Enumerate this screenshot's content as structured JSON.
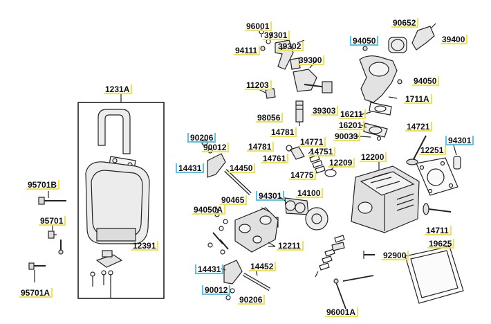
{
  "title": "Cylinder head exploded parts diagram",
  "colors": {
    "line": "#222222",
    "highlight_yellow": "#f2e24b",
    "highlight_blue": "#59c4e8",
    "part_fill": "#e8e8e8"
  },
  "parts": {
    "p96001": "96001",
    "p39301": "39301",
    "p94111": "94111",
    "p39302": "39302",
    "p39300": "39300",
    "p94050_top": "94050",
    "p90652": "90652",
    "p39400": "39400",
    "p94050_right": "94050",
    "p1711A": "1711A",
    "p11203": "11203",
    "p1231A": "1231A",
    "p98056": "98056",
    "p39303": "39303",
    "p16211": "16211",
    "p16201": "16201",
    "p90033": "90033",
    "p14721": "14721",
    "p94301_right": "94301",
    "p90206_top": "90206",
    "p90012_top": "90012",
    "p14781_top": "14781",
    "p14771": "14771",
    "p14781_left": "14781",
    "p14751": "14751",
    "p14761": "14761",
    "p12209": "12209",
    "p12200": "12200",
    "p12251": "12251",
    "p14431_top": "14431",
    "p14450": "14450",
    "p14775": "14775",
    "p95701B": "95701B",
    "p94301_mid": "94301",
    "p14100": "14100",
    "p94050A": "94050A",
    "p90465": "90465",
    "p95701": "95701",
    "p12391": "12391",
    "p12211": "12211",
    "p14711": "14711",
    "p19625": "19625",
    "p92900": "92900",
    "p14431_bottom": "14431",
    "p14452": "14452",
    "p95701A": "95701A",
    "p90012_bottom": "90012",
    "p90206_bottom": "90206",
    "p96001A": "96001A"
  }
}
